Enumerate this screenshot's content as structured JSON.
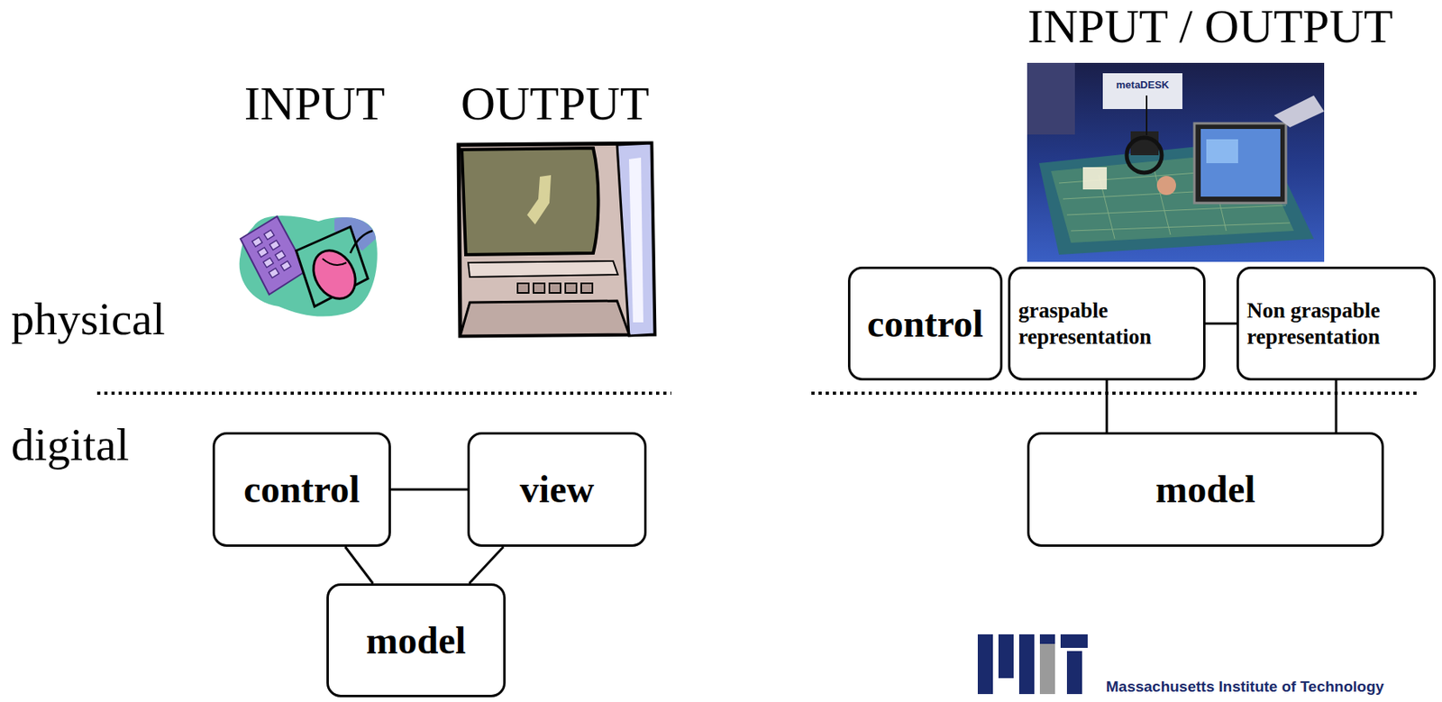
{
  "diagram": {
    "nodes": [
      {
        "text": [
          "control"
        ]
      },
      {
        "text": [
          "view"
        ]
      },
      {
        "text": [
          "model"
        ]
      },
      {
        "text": [
          "control"
        ]
      },
      {
        "text": [
          "graspable representation"
        ]
      },
      {
        "text": [
          "Non graspable representation"
        ]
      },
      {
        "text": [
          "model"
        ]
      }
    ],
    "edges": [
      {
        "from": 0,
        "to": 1,
        "arrow": "none"
      },
      {
        "from": 0,
        "to": 2,
        "arrow": "none"
      },
      {
        "from": 1,
        "to": 2,
        "arrow": "none"
      },
      {
        "from": 4,
        "to": 5,
        "arrow": "none"
      },
      {
        "from": 4,
        "to": 6,
        "arrow": "none"
      },
      {
        "from": 5,
        "to": 6,
        "arrow": "none"
      }
    ],
    "labels": [
      "INPUT",
      "OUTPUT",
      "INPUT / OUTPUT",
      "physical",
      "digital",
      "metaDESK",
      "Massachusetts Institute of Technology"
    ]
  }
}
